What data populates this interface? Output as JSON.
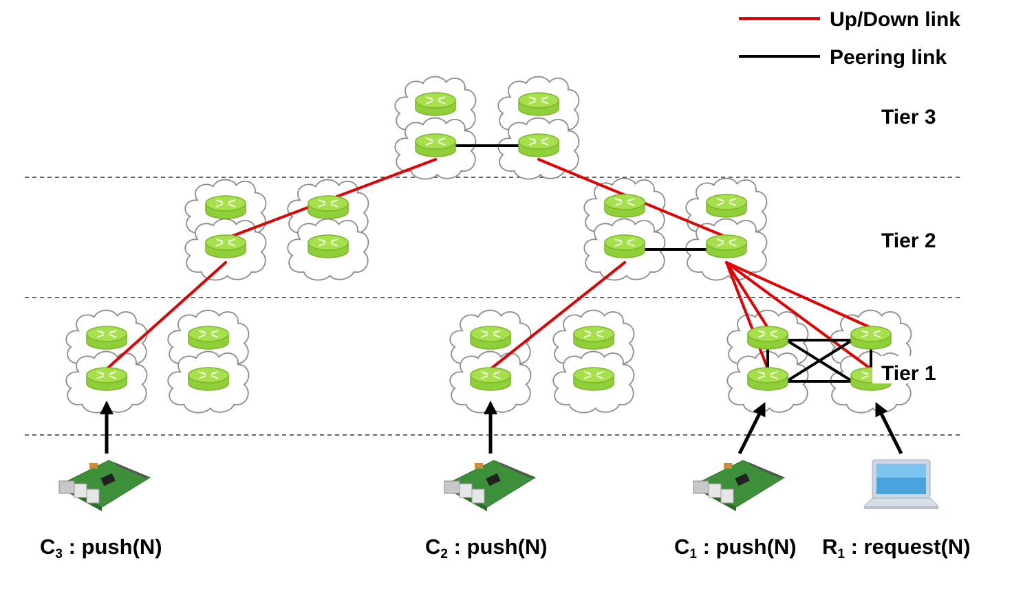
{
  "legend": {
    "items": [
      {
        "label": "Up/Down link",
        "color": "#e00000"
      },
      {
        "label": "Peering link",
        "color": "#000000"
      }
    ]
  },
  "tiers": [
    {
      "label": "Tier 3"
    },
    {
      "label": "Tier 2"
    },
    {
      "label": "Tier 1"
    }
  ],
  "devices": [
    {
      "id": "C3",
      "type": "raspberry-pi",
      "label_main": "C",
      "label_sub": "3",
      "label_rest": " : push(N)"
    },
    {
      "id": "C2",
      "type": "raspberry-pi",
      "label_main": "C",
      "label_sub": "2",
      "label_rest": " : push(N)"
    },
    {
      "id": "C1",
      "type": "raspberry-pi",
      "label_main": "C",
      "label_sub": "1",
      "label_rest": " : push(N)"
    },
    {
      "id": "R1",
      "type": "laptop",
      "label_main": "R",
      "label_sub": "1",
      "label_rest": " : request(N)"
    }
  ],
  "colors": {
    "updown": "#e00000",
    "peering": "#000000",
    "router": "#a6e04a",
    "cloud_stroke": "#8c8c8c"
  }
}
